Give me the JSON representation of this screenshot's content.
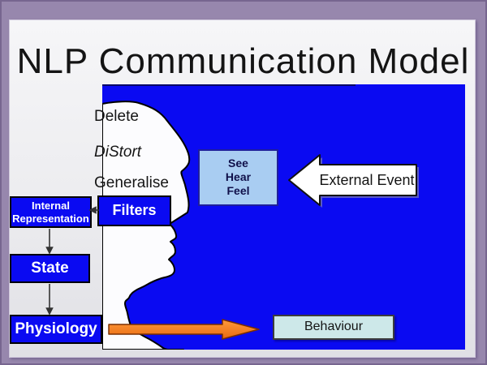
{
  "title": "NLP Communication Model",
  "annotations": {
    "delete": "Delete",
    "distort": "DiStort",
    "generalise": "Generalise"
  },
  "boxes": {
    "see_hear_feel": {
      "line1": "See",
      "line2": "Hear",
      "line3": "Feel"
    },
    "external_event": {
      "label": "External Event"
    },
    "internal_representation": {
      "line1": "Internal",
      "line2": "Representation"
    },
    "filters": {
      "label": "Filters"
    },
    "state": {
      "label": "State"
    },
    "physiology": {
      "label": "Physiology"
    },
    "behaviour": {
      "label": "Behaviour"
    }
  },
  "colors": {
    "frame_purple": "#9787ad",
    "panel_blue": "#0a0af2",
    "see_hear_feel_fill": "#a9cdf2",
    "see_hear_feel_border": "#1f1f9c",
    "behaviour_fill": "#cde8e9",
    "arrow_orange": "#f5821f",
    "external_arrow_fill": "#ffffff",
    "box_text": "#ffffff",
    "text_dark": "#141414"
  }
}
